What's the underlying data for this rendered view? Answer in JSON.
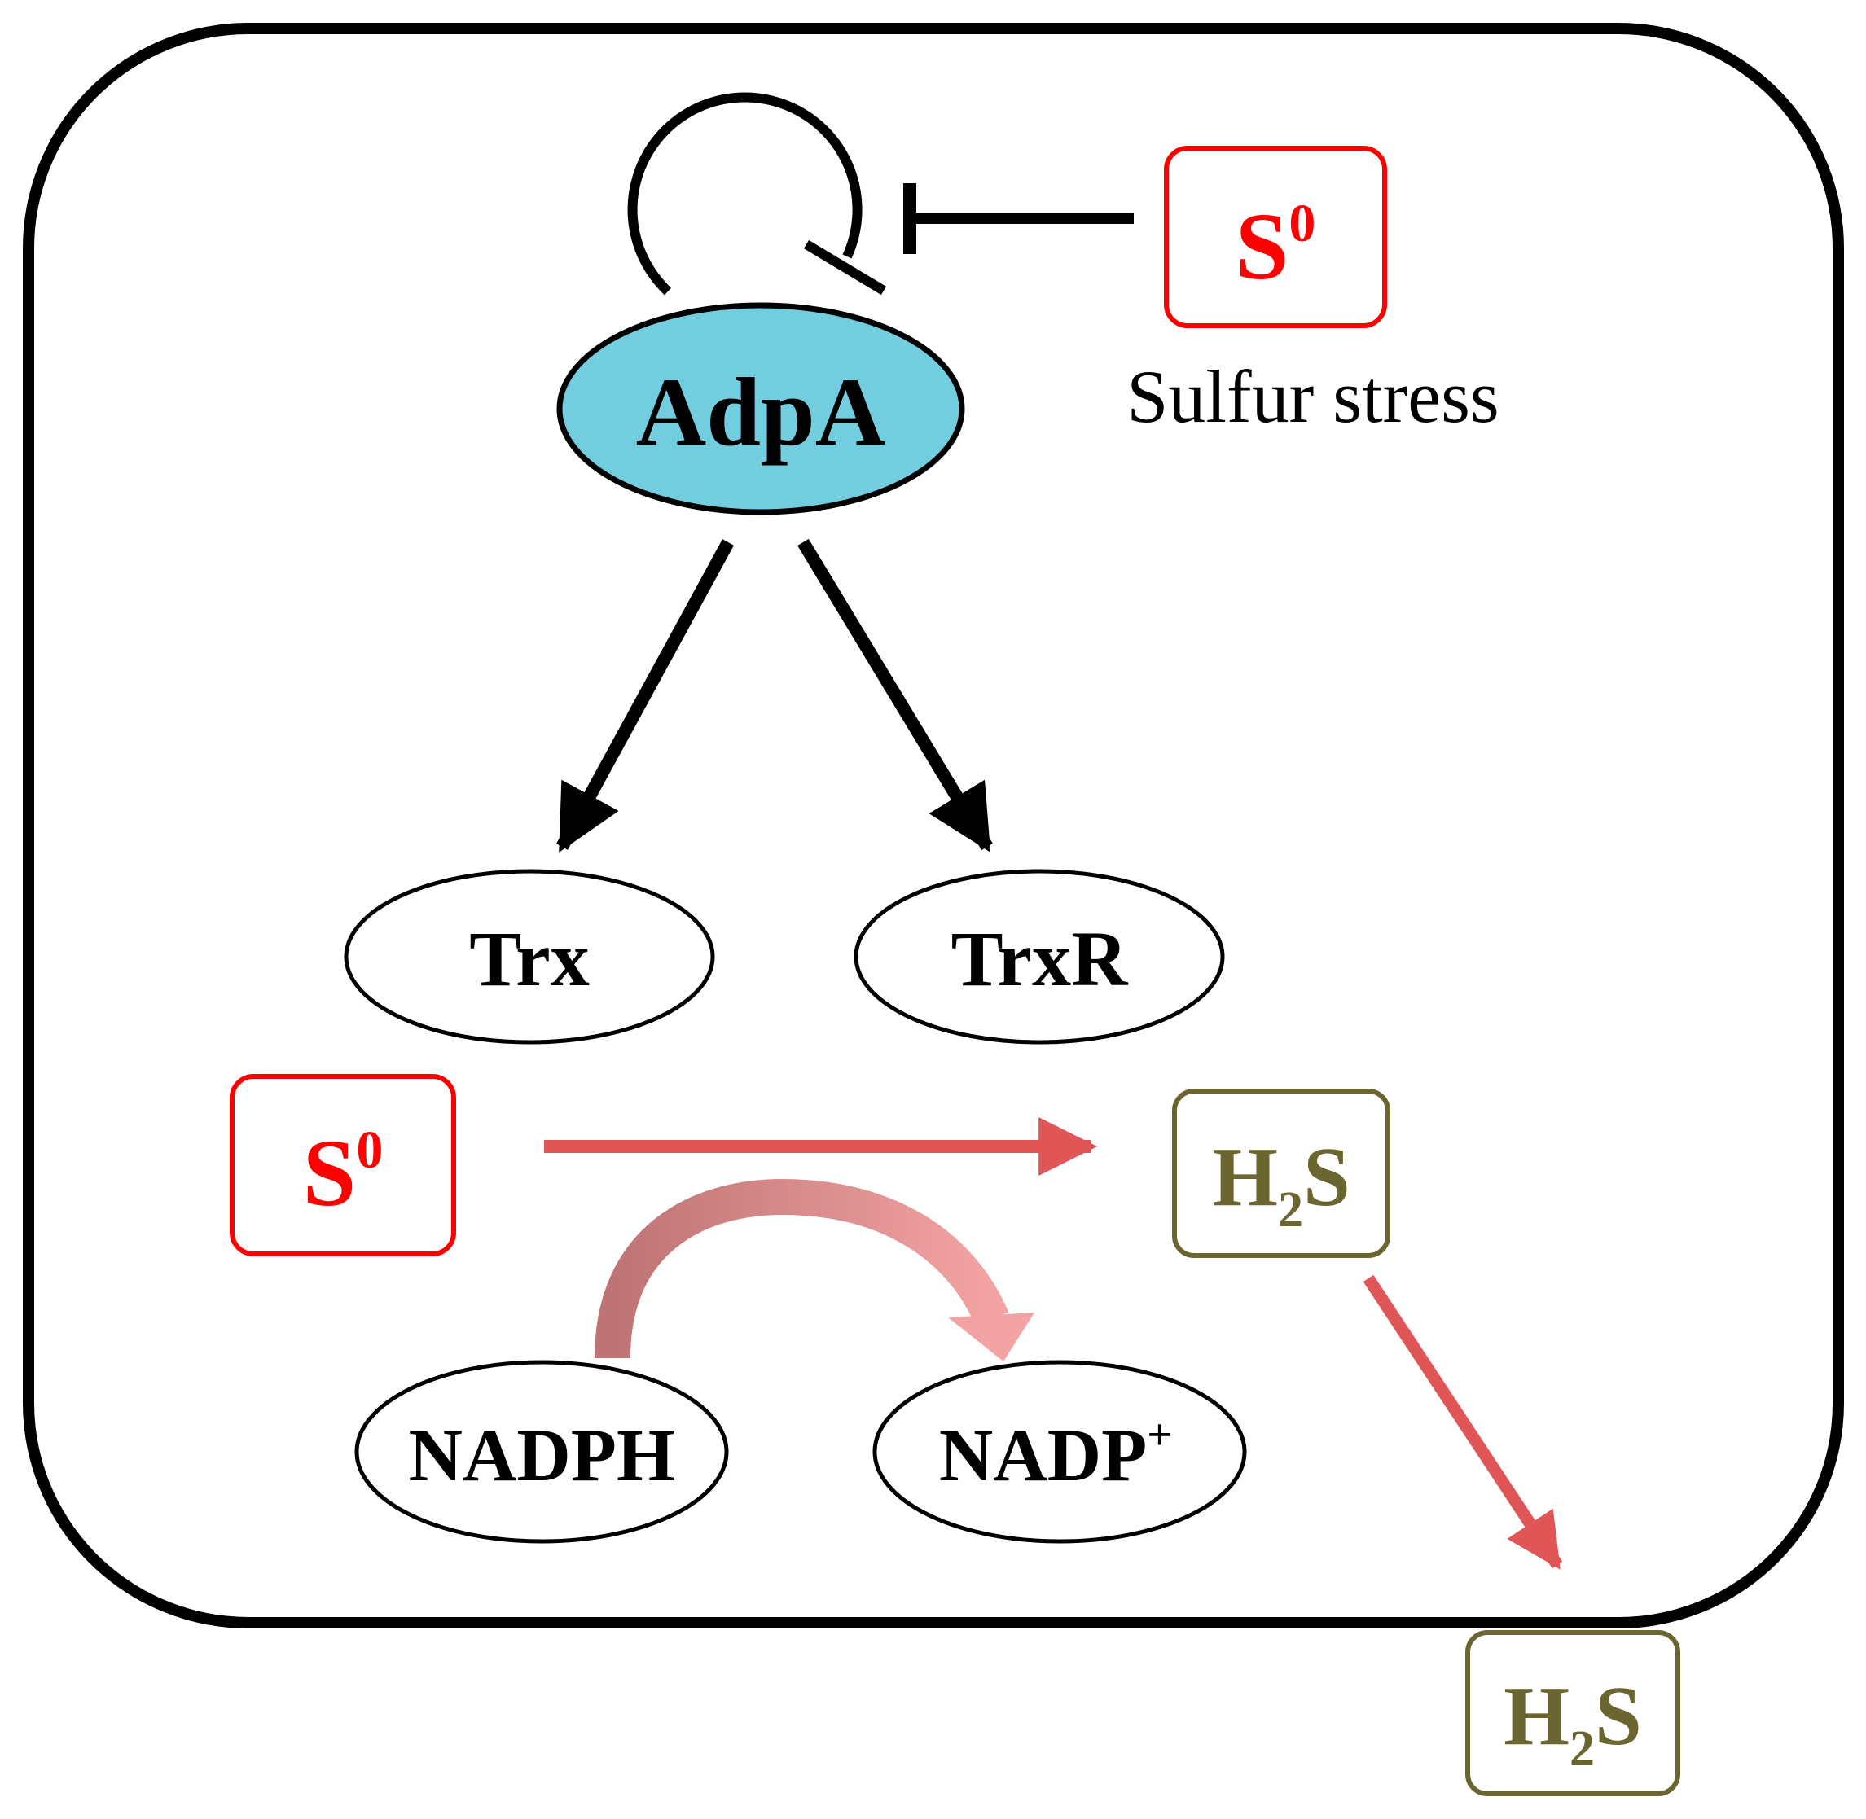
{
  "nodes": {
    "adpa": {
      "label": "AdpA",
      "fill": "#72CDDF"
    },
    "trx": {
      "label": "Trx"
    },
    "trxr": {
      "label": "TrxR"
    },
    "nadph": {
      "label": "NADPH"
    },
    "nadp": {
      "label": "NADP",
      "sup": "+"
    },
    "s0_top": {
      "base": "S",
      "sup": "0",
      "color": "#FF0000"
    },
    "s0_mid": {
      "base": "S",
      "sup": "0",
      "color": "#FF0000"
    },
    "h2s_in": {
      "pre": "H",
      "sub": "2",
      "post": "S",
      "color": "#6B6530"
    },
    "h2s_out": {
      "pre": "H",
      "sub": "2",
      "post": "S",
      "color": "#6B6530"
    }
  },
  "labels": {
    "sulfur_stress": "Sulfur stress"
  },
  "edges": [
    {
      "from": "s0_top",
      "to": "adpa",
      "type": "inhibition"
    },
    {
      "from": "adpa",
      "to": "adpa",
      "type": "self-repression"
    },
    {
      "from": "adpa",
      "to": "trx",
      "type": "activation"
    },
    {
      "from": "adpa",
      "to": "trxr",
      "type": "activation"
    },
    {
      "from": "s0_mid",
      "to": "h2s_in",
      "type": "conversion"
    },
    {
      "from": "nadph",
      "to": "nadp",
      "type": "conversion"
    },
    {
      "from": "h2s_in",
      "to": "h2s_out",
      "type": "export"
    }
  ],
  "colors": {
    "outline": "#000000",
    "sulfur": "#FF0000",
    "h2s": "#6B6530",
    "reaction_arrow": "#E05555",
    "nadph_arrow_start": "#BE7474",
    "nadph_arrow_end": "#F3A3A3"
  }
}
